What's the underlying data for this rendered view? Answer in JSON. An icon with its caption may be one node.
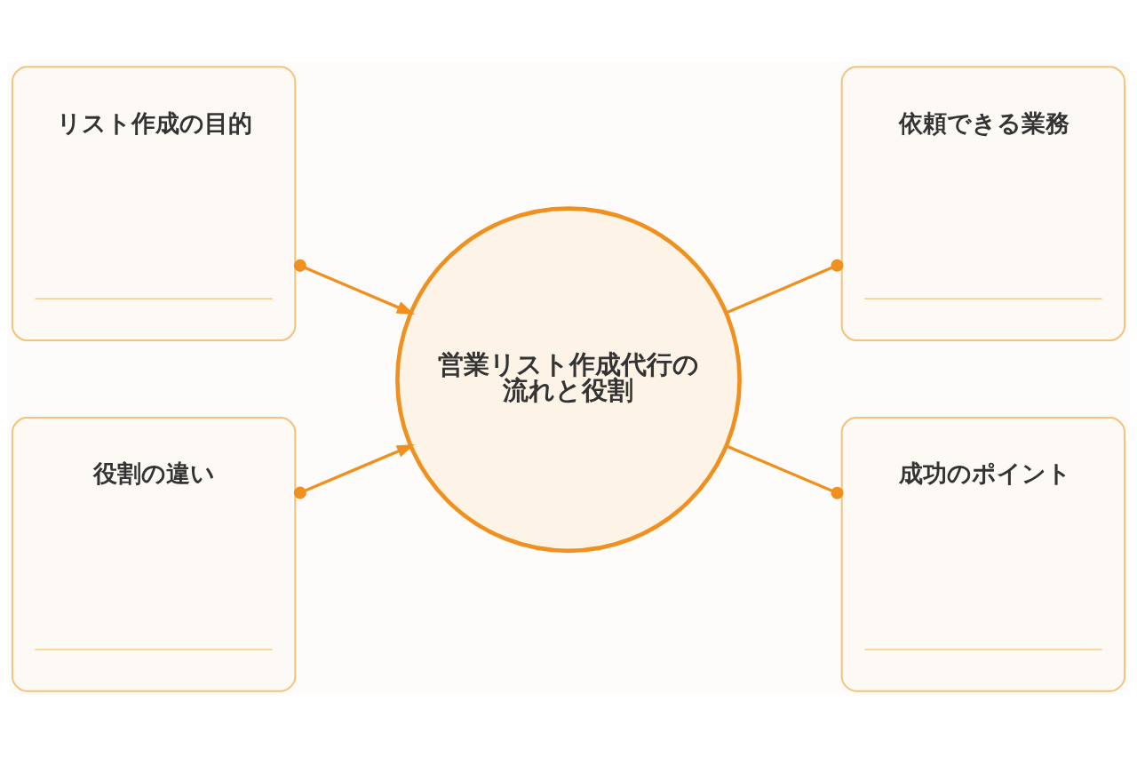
{
  "diagram": {
    "nodes": [
      {
        "text": [
          "リスト作成の目的"
        ]
      },
      {
        "text": [
          "依頼できる業務"
        ]
      },
      {
        "text": [
          "営業リスト作成代行の流れと役割"
        ]
      },
      {
        "text": [
          "役割の違い"
        ]
      },
      {
        "text": [
          "成功のポイント"
        ]
      }
    ],
    "edges": [
      {
        "from": 0,
        "to": 2,
        "arrow": "to"
      },
      {
        "from": 2,
        "to": 1,
        "arrow": "other"
      },
      {
        "from": 3,
        "to": 2,
        "arrow": "to"
      },
      {
        "from": 2,
        "to": 4,
        "arrow": "other"
      }
    ]
  }
}
